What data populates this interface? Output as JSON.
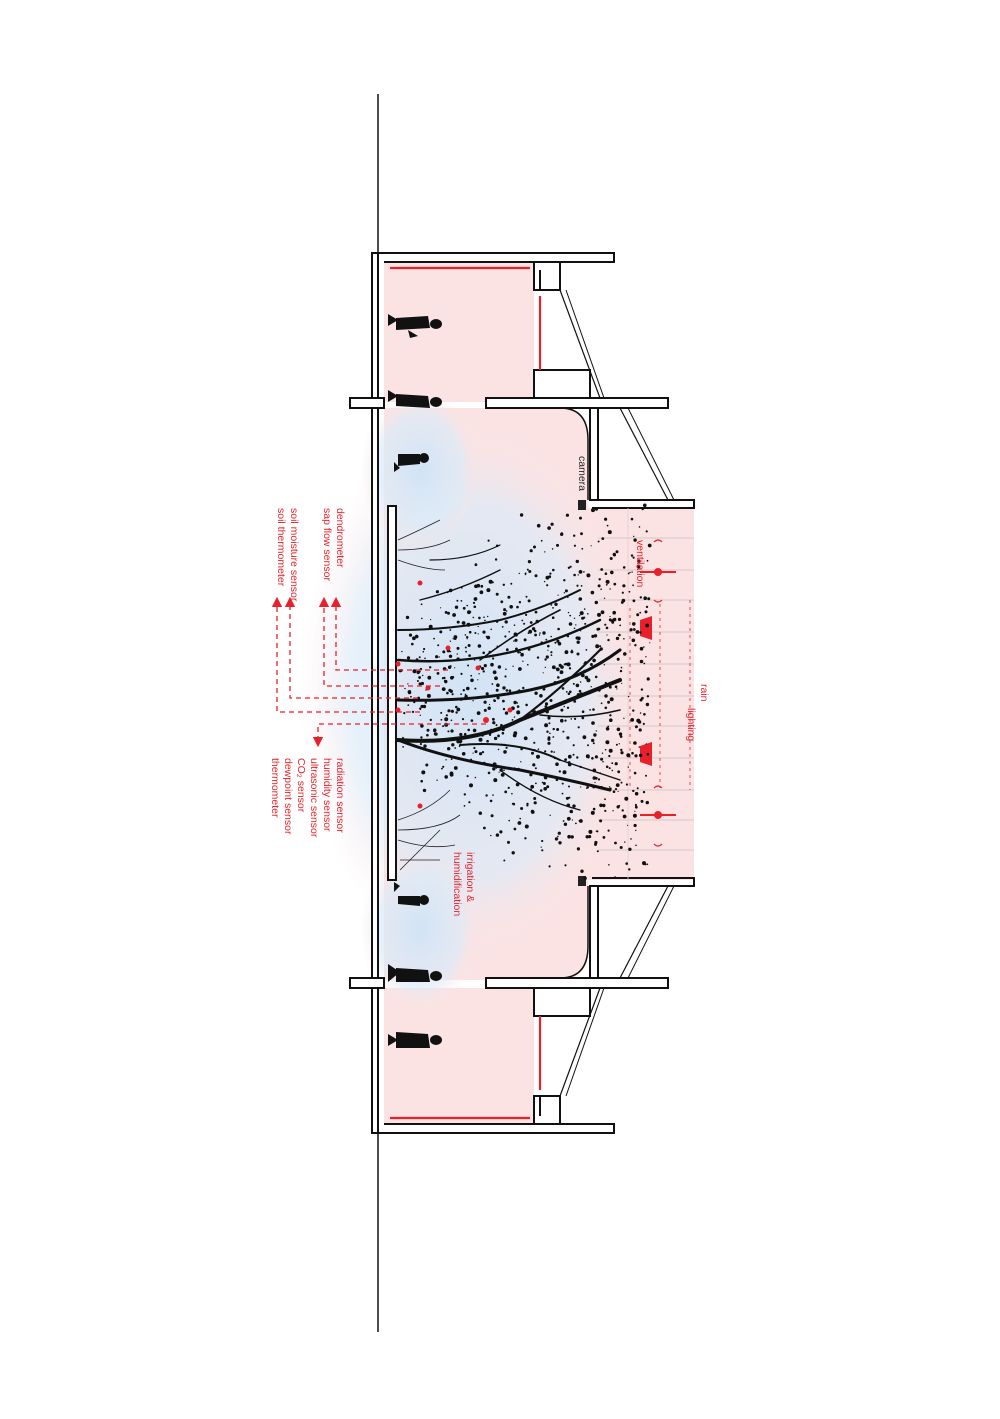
{
  "labels": {
    "camera": "camera",
    "ventilation": "ventilation",
    "rain": "rain",
    "lighting": "lighting",
    "irrigation_line1": "irrigation &",
    "irrigation_line2": "humidification"
  },
  "sensors_left": [
    "dendrometer",
    "sap flow sensor",
    "soil moisture sensor",
    "soil thermometer"
  ],
  "sensors_right": [
    "radiation sensor",
    "humidity sensor",
    "ultrasonic sensor",
    "CO₂ sensor",
    "dewpoint sensor",
    "thermometer"
  ],
  "colors": {
    "accent_red": "#e8202a",
    "pink_fill": "#fbe3e3",
    "blue_mist": "#dcebf8",
    "structure": "#111111"
  }
}
